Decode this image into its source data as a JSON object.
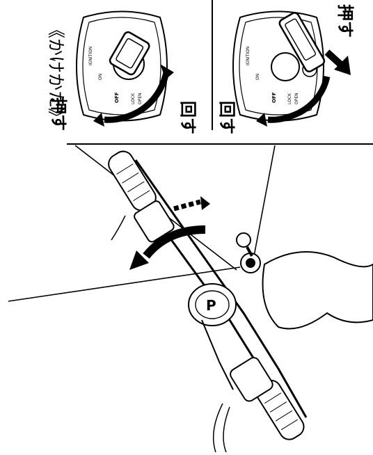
{
  "title": "《かけかた》",
  "panel_left": {
    "label_push": "押す",
    "label_turn": "回す",
    "switch_labels": {
      "on": "ON",
      "ignition": "IGNITION",
      "off": "OFF",
      "lock": "LOCK",
      "open": "OPEN"
    }
  },
  "panel_right": {
    "label_push": "押す",
    "label_turn": "回す",
    "switch_labels": {
      "on": "ON",
      "ignition": "IGNITION",
      "off": "OFF",
      "lock": "LOCK",
      "open": "OPEN"
    }
  },
  "colors": {
    "ink": "#000000",
    "paper": "#ffffff"
  }
}
